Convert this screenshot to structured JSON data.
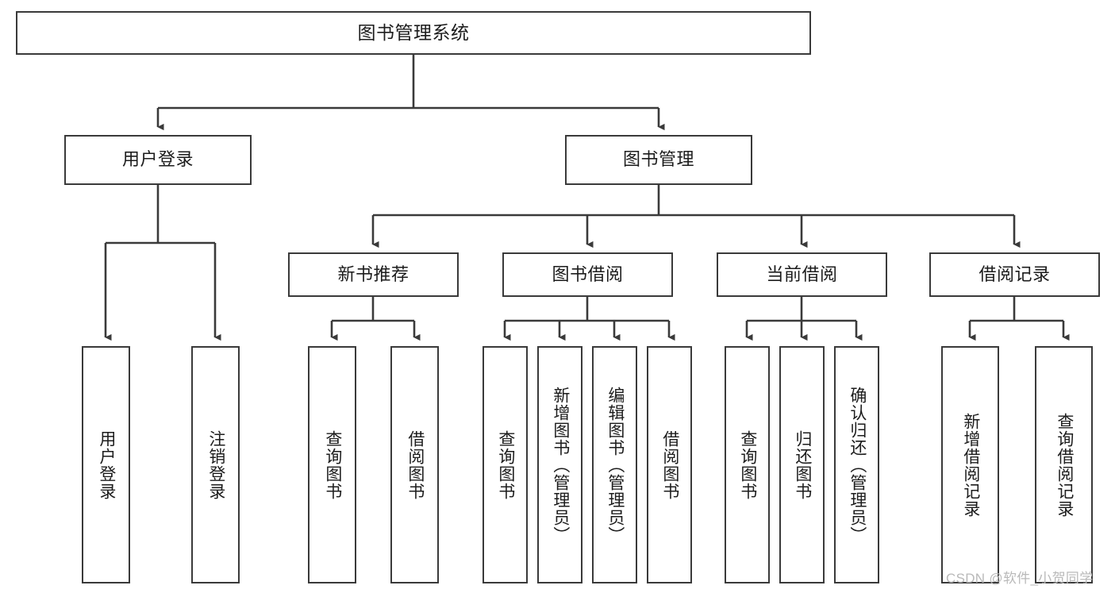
{
  "diagram": {
    "type": "tree-flowchart",
    "title": "图书管理系统",
    "orientation": "top-down",
    "colors": {
      "background": "#ffffff",
      "box_border": "#3a3a3a",
      "box_fill": "#ffffff",
      "connector": "#3a3a3a",
      "text": "#1c1c1c",
      "watermark": "#b9b9b9"
    },
    "nodes": {
      "root": {
        "label": "图书管理系统",
        "level": 1
      },
      "user_login": {
        "label": "用户登录",
        "level": 2
      },
      "book_manage": {
        "label": "图书管理",
        "level": 2
      },
      "new_book_rec": {
        "label": "新书推荐",
        "level": 3
      },
      "book_borrow": {
        "label": "图书借阅",
        "level": 3
      },
      "current_borrow": {
        "label": "当前借阅",
        "level": 3
      },
      "borrow_record": {
        "label": "借阅记录",
        "level": 3
      },
      "leaf_user_login": {
        "label": "用户登录",
        "level": 4
      },
      "leaf_logout": {
        "label": "注销登录",
        "level": 4
      },
      "leaf_query_book_1": {
        "label": "查询图书",
        "level": 4
      },
      "leaf_borrow_book_1": {
        "label": "借阅图书",
        "level": 4
      },
      "leaf_query_book_2": {
        "label": "查询图书",
        "level": 4
      },
      "leaf_add_book": {
        "label": "新增图书（管理员）",
        "level": 4
      },
      "leaf_edit_book": {
        "label": "编辑图书（管理员）",
        "level": 4
      },
      "leaf_borrow_book_2": {
        "label": "借阅图书",
        "level": 4
      },
      "leaf_query_book_3": {
        "label": "查询图书",
        "level": 4
      },
      "leaf_return_book": {
        "label": "归还图书",
        "level": 4
      },
      "leaf_confirm_return": {
        "label": "确认归还（管理员）",
        "level": 4
      },
      "leaf_add_record": {
        "label": "新增借阅记录",
        "level": 4
      },
      "leaf_query_record": {
        "label": "查询借阅记录",
        "level": 4
      }
    },
    "edges": [
      {
        "from": "root",
        "to": "user_login"
      },
      {
        "from": "root",
        "to": "book_manage"
      },
      {
        "from": "user_login",
        "to": "leaf_user_login"
      },
      {
        "from": "user_login",
        "to": "leaf_logout"
      },
      {
        "from": "book_manage",
        "to": "new_book_rec"
      },
      {
        "from": "book_manage",
        "to": "book_borrow"
      },
      {
        "from": "book_manage",
        "to": "current_borrow"
      },
      {
        "from": "book_manage",
        "to": "borrow_record"
      },
      {
        "from": "new_book_rec",
        "to": "leaf_query_book_1"
      },
      {
        "from": "new_book_rec",
        "to": "leaf_borrow_book_1"
      },
      {
        "from": "book_borrow",
        "to": "leaf_query_book_2"
      },
      {
        "from": "book_borrow",
        "to": "leaf_add_book"
      },
      {
        "from": "book_borrow",
        "to": "leaf_edit_book"
      },
      {
        "from": "book_borrow",
        "to": "leaf_borrow_book_2"
      },
      {
        "from": "current_borrow",
        "to": "leaf_query_book_3"
      },
      {
        "from": "current_borrow",
        "to": "leaf_return_book"
      },
      {
        "from": "current_borrow",
        "to": "leaf_confirm_return"
      },
      {
        "from": "borrow_record",
        "to": "leaf_add_record"
      },
      {
        "from": "borrow_record",
        "to": "leaf_query_record"
      }
    ]
  },
  "watermark": {
    "text": "CSDN @软件_小贺同学"
  }
}
